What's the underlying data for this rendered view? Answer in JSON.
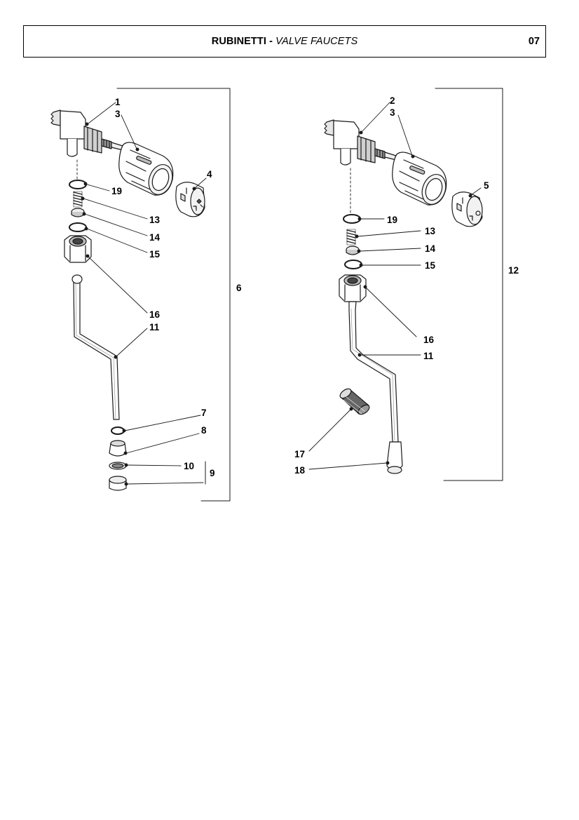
{
  "header": {
    "title_bold": "RUBINETTI - ",
    "title_italic": "VALVE FAUCETS",
    "page_number": "07"
  },
  "callouts": {
    "left": [
      "1",
      "3",
      "4",
      "19",
      "13",
      "14",
      "15",
      "16",
      "11",
      "7",
      "8",
      "10",
      "9",
      "6"
    ],
    "right": [
      "2",
      "3",
      "5",
      "19",
      "13",
      "14",
      "15",
      "16",
      "11",
      "17",
      "18",
      "12"
    ]
  },
  "colors": {
    "line": "#1a1a1a",
    "shade": "#c8c8c8",
    "dark": "#555555"
  }
}
